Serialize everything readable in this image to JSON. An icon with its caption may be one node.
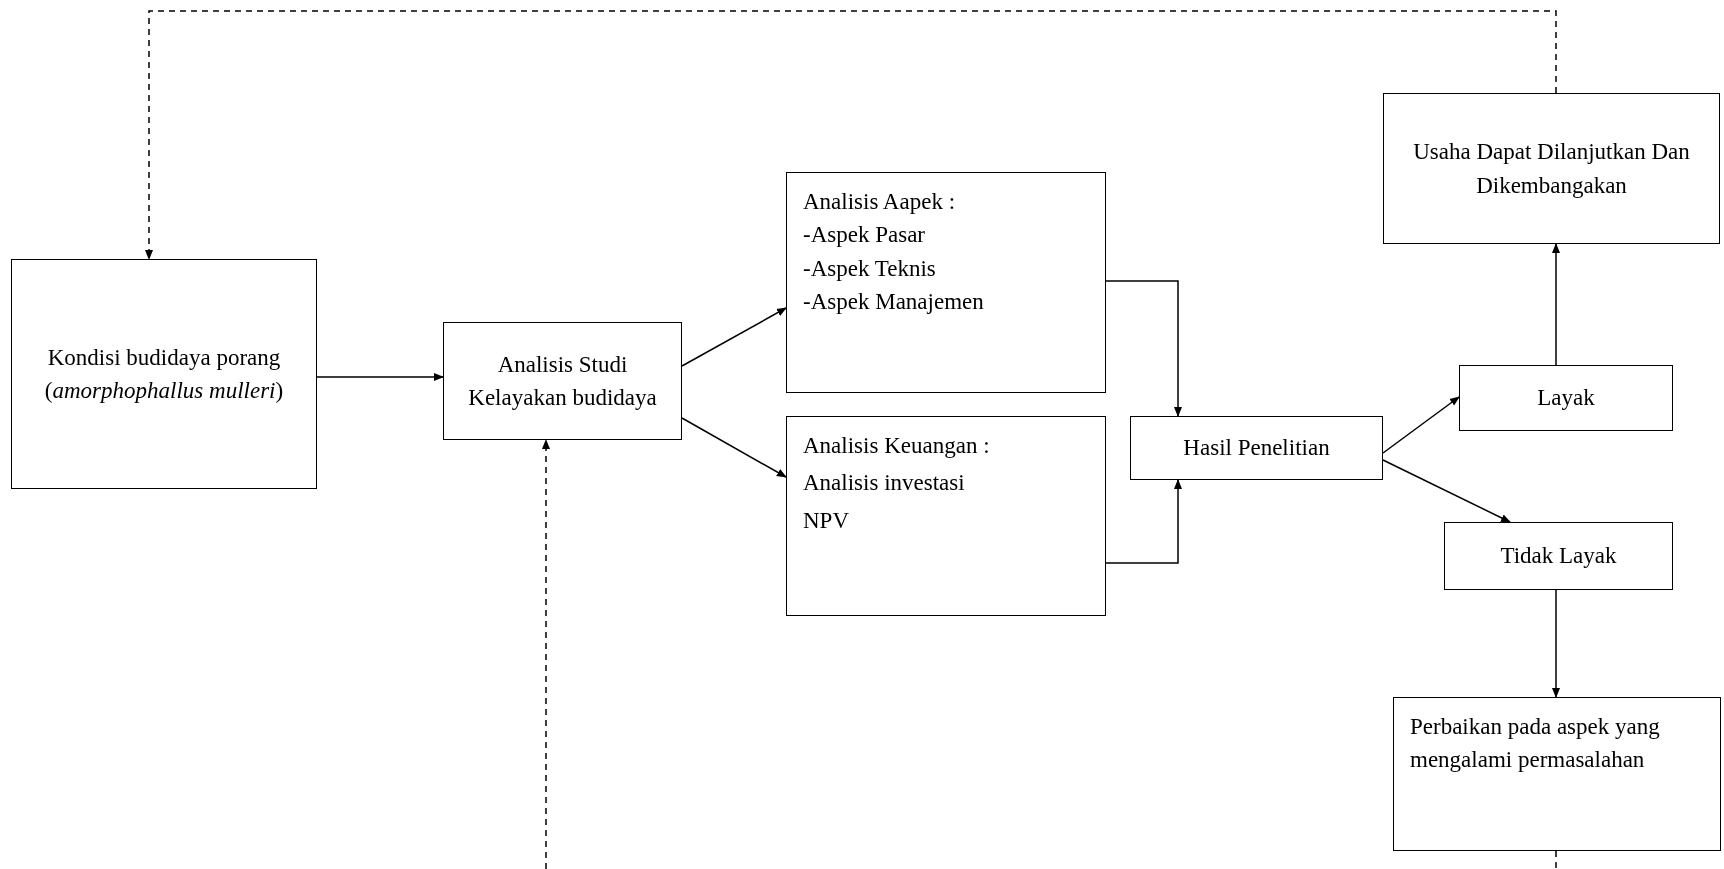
{
  "diagram": {
    "nodes": [
      {
        "text": [
          "Kondisi budidaya porang (*amorphophallus mulleri*)"
        ]
      },
      {
        "text": [
          "Analisis Studi Kelayakan budidaya"
        ]
      },
      {
        "text": [
          "Analisis Aapek :",
          "-Aspek Pasar",
          "-Aspek Teknis",
          "-Aspek Manajemen"
        ]
      },
      {
        "text": [
          "Analisis Keuangan :",
          "Analisis investasi",
          "NPV"
        ]
      },
      {
        "text": [
          "Hasil Penelitian"
        ]
      },
      {
        "text": [
          "Layak"
        ]
      },
      {
        "text": [
          "Tidak Layak"
        ]
      },
      {
        "text": [
          "Usaha Dapat Dilanjutkan Dan Dikembangakan"
        ]
      },
      {
        "text": [
          "Perbaikan pada aspek yang mengalami permasalahan"
        ]
      }
    ],
    "edges": [
      {
        "from": 0,
        "to": 1,
        "arrow": "to"
      },
      {
        "from": 1,
        "to": 2,
        "arrow": "to"
      },
      {
        "from": 1,
        "to": 3,
        "arrow": "to"
      },
      {
        "from": 2,
        "to": 4,
        "arrow": "to"
      },
      {
        "from": 3,
        "to": 4,
        "arrow": "to"
      },
      {
        "from": 4,
        "to": 5,
        "arrow": "to"
      },
      {
        "from": 4,
        "to": 6,
        "arrow": "to"
      },
      {
        "from": 5,
        "to": 7,
        "arrow": "to"
      },
      {
        "from": 6,
        "to": 8,
        "arrow": "to"
      },
      {
        "from": 7,
        "to": 0,
        "arrow": "to",
        "style": "dashed"
      },
      {
        "from": 8,
        "to": null,
        "arrow": "none",
        "style": "dashed"
      },
      {
        "from": null,
        "to": 1,
        "arrow": "to",
        "style": "dashed"
      }
    ]
  }
}
